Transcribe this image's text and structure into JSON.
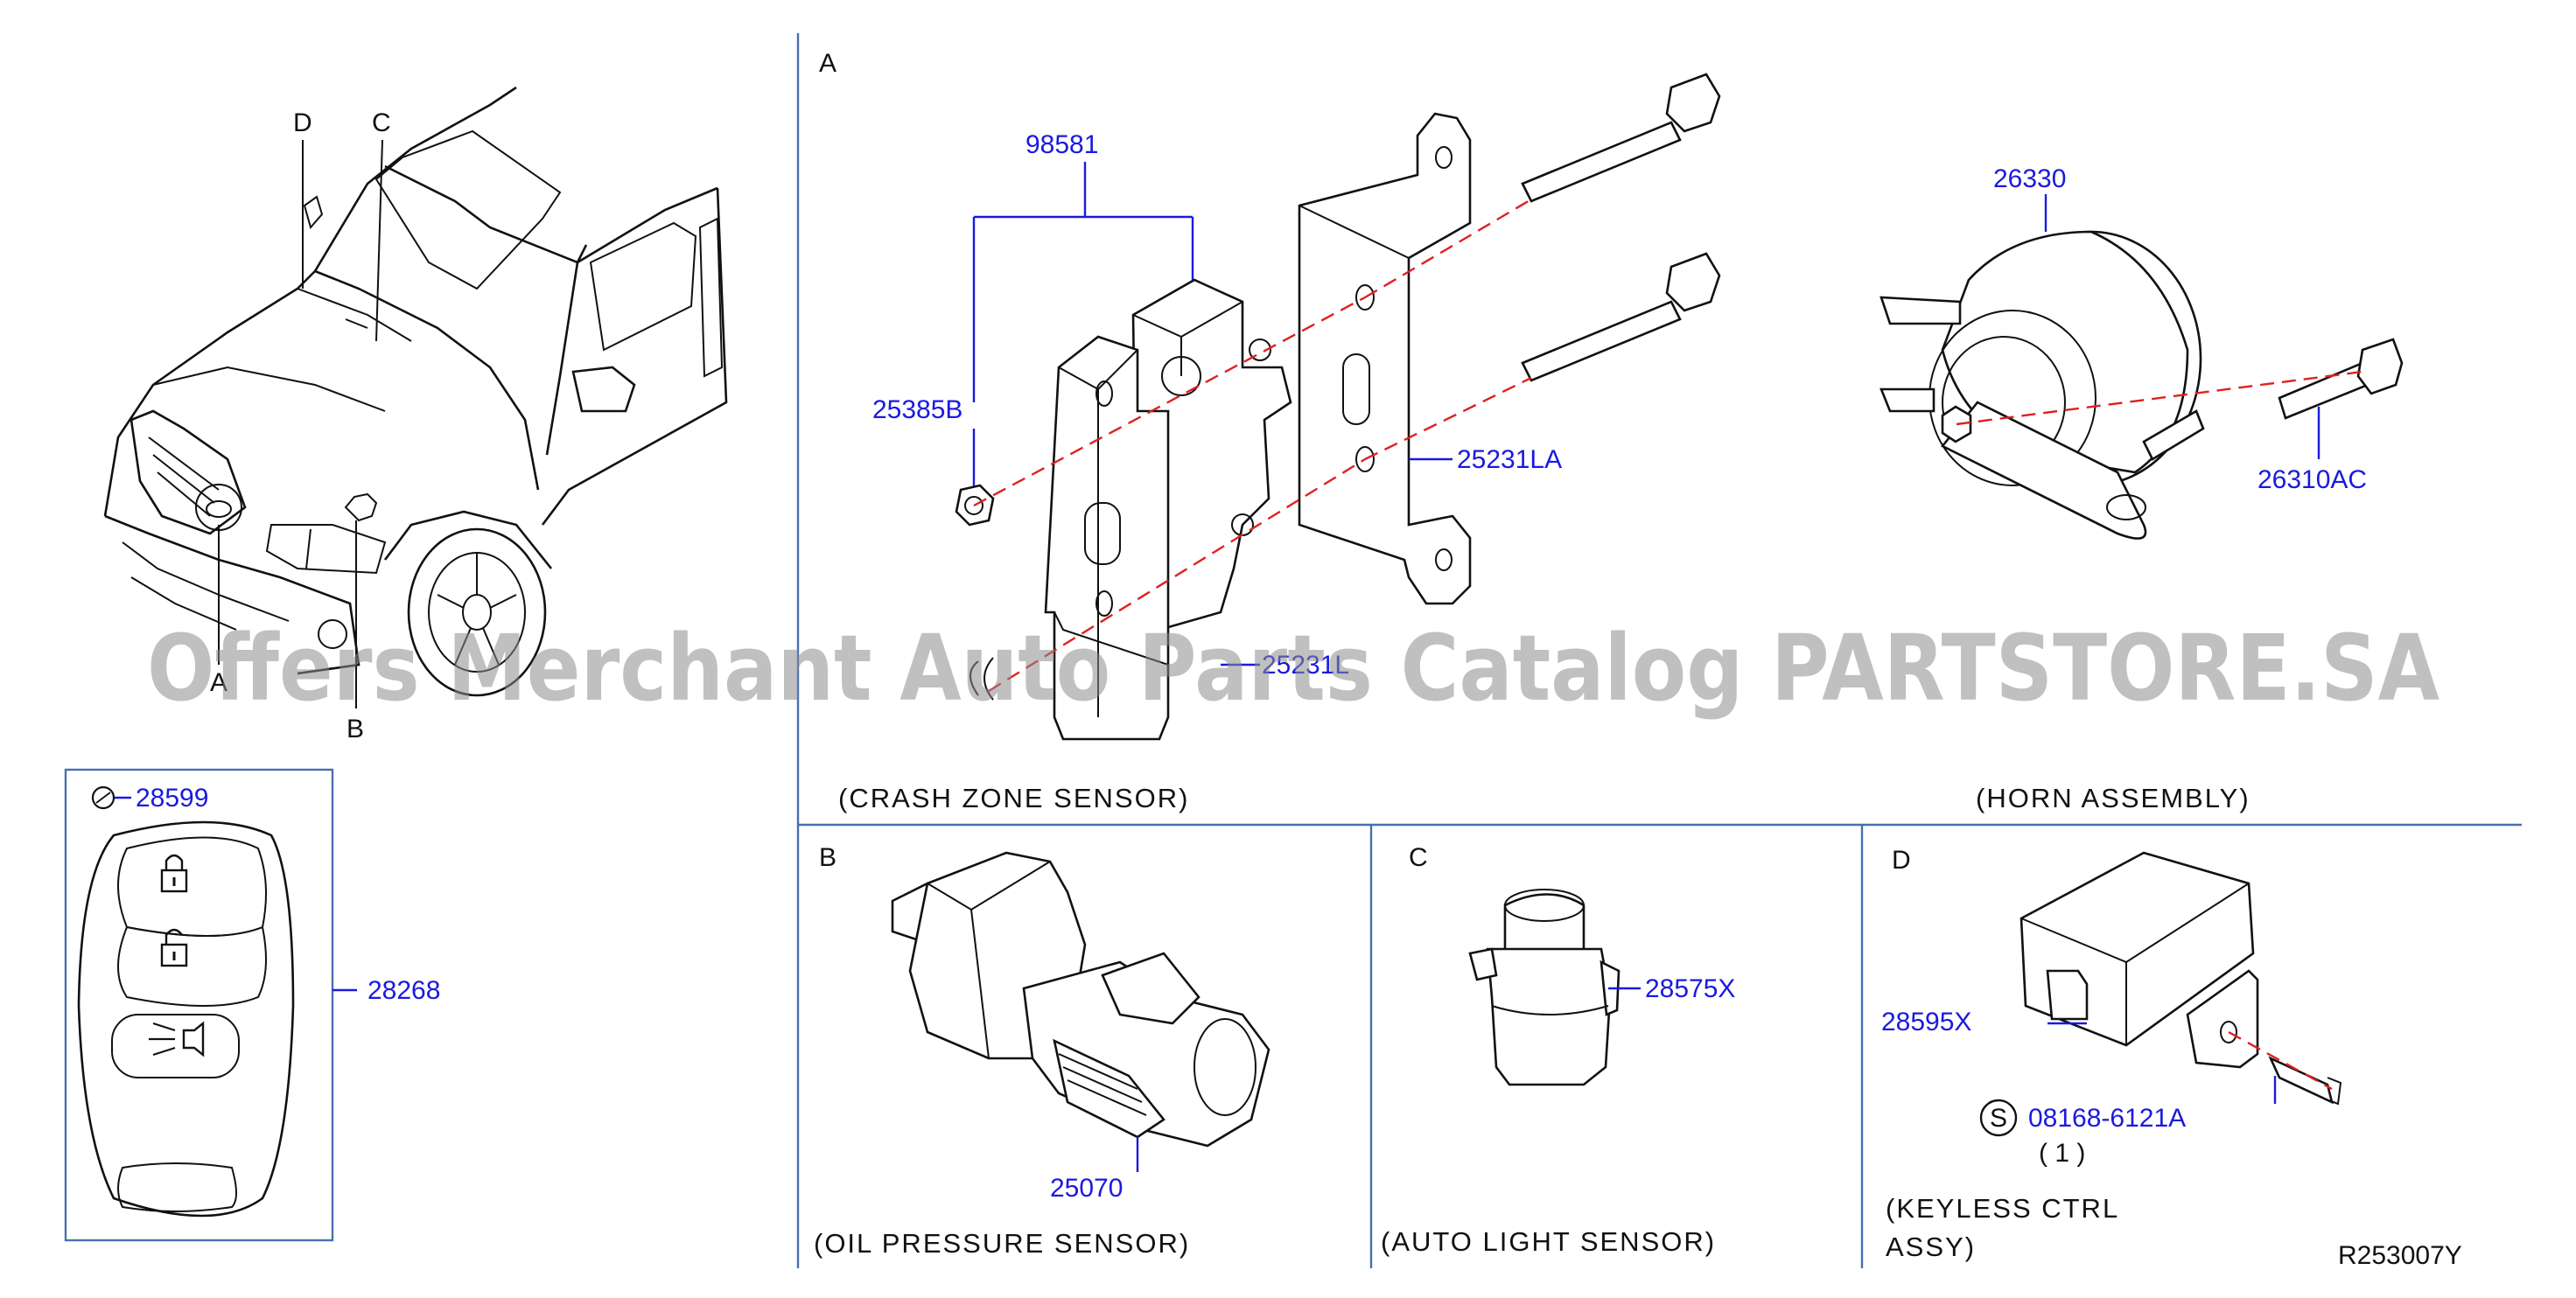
{
  "sections": {
    "A": "A",
    "B": "B",
    "C": "C",
    "D": "D"
  },
  "vehicle_callouts": {
    "d": "D",
    "c": "C",
    "a": "A",
    "b": "B"
  },
  "part_numbers": {
    "p98581": "98581",
    "p25385b": "25385B",
    "p25231la": "25231LA",
    "p25231l": "25231L",
    "p26330": "26330",
    "p26310ac": "26310AC",
    "p28599": "28599",
    "p28268": "28268",
    "p25070": "25070",
    "p28575x": "28575X",
    "p28595x": "28595X",
    "p08168": "08168-6121A",
    "qty": "( 1 )",
    "screw_symbol": "S"
  },
  "captions": {
    "crash": "(CRASH   ZONE   SENSOR)",
    "horn": "(HORN   ASSEMBLY)",
    "oil": "(OIL   PRESSURE   SENSOR)",
    "light": "(AUTO   LIGHT   SENSOR)",
    "keyless_1": "(KEYLESS   CTRL",
    "keyless_2": "ASSY)"
  },
  "diagram_code": "R253007Y",
  "watermark": "Offers Merchant Auto Parts Catalog PARTSTORE.SA",
  "colors": {
    "part_number": "#1a1adf",
    "divider": "#4a6fb0",
    "centerline": "#e02020",
    "line": "#111111"
  }
}
